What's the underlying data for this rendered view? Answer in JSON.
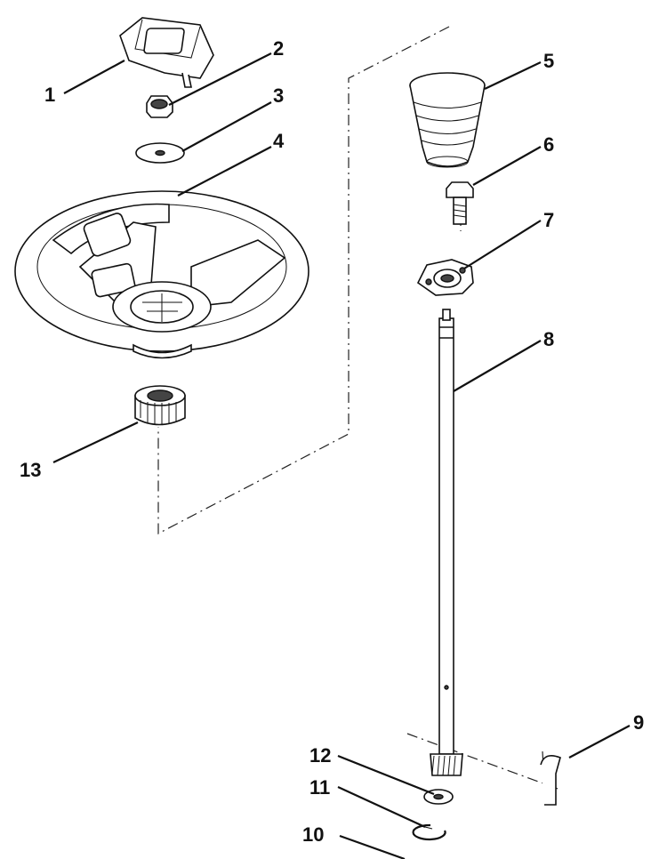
{
  "callouts": [
    {
      "id": "1",
      "label": "1",
      "part": "horn-cap"
    },
    {
      "id": "2",
      "label": "2",
      "part": "nut"
    },
    {
      "id": "3",
      "label": "3",
      "part": "washer"
    },
    {
      "id": "4",
      "label": "4",
      "part": "steering-wheel"
    },
    {
      "id": "5",
      "label": "5",
      "part": "steering-boot"
    },
    {
      "id": "6",
      "label": "6",
      "part": "bolt"
    },
    {
      "id": "7",
      "label": "7",
      "part": "flange-bearing"
    },
    {
      "id": "8",
      "label": "8",
      "part": "steering-shaft"
    },
    {
      "id": "9",
      "label": "9",
      "part": "bracket-tab"
    },
    {
      "id": "10",
      "label": "10",
      "part": "retaining-ring"
    },
    {
      "id": "11",
      "label": "11",
      "part": "flat-washer"
    },
    {
      "id": "12",
      "label": "12",
      "part": "gear-washer"
    },
    {
      "id": "13",
      "label": "13",
      "part": "splined-adapter"
    }
  ],
  "colors": {
    "line": "#111111",
    "background": "#ffffff"
  }
}
